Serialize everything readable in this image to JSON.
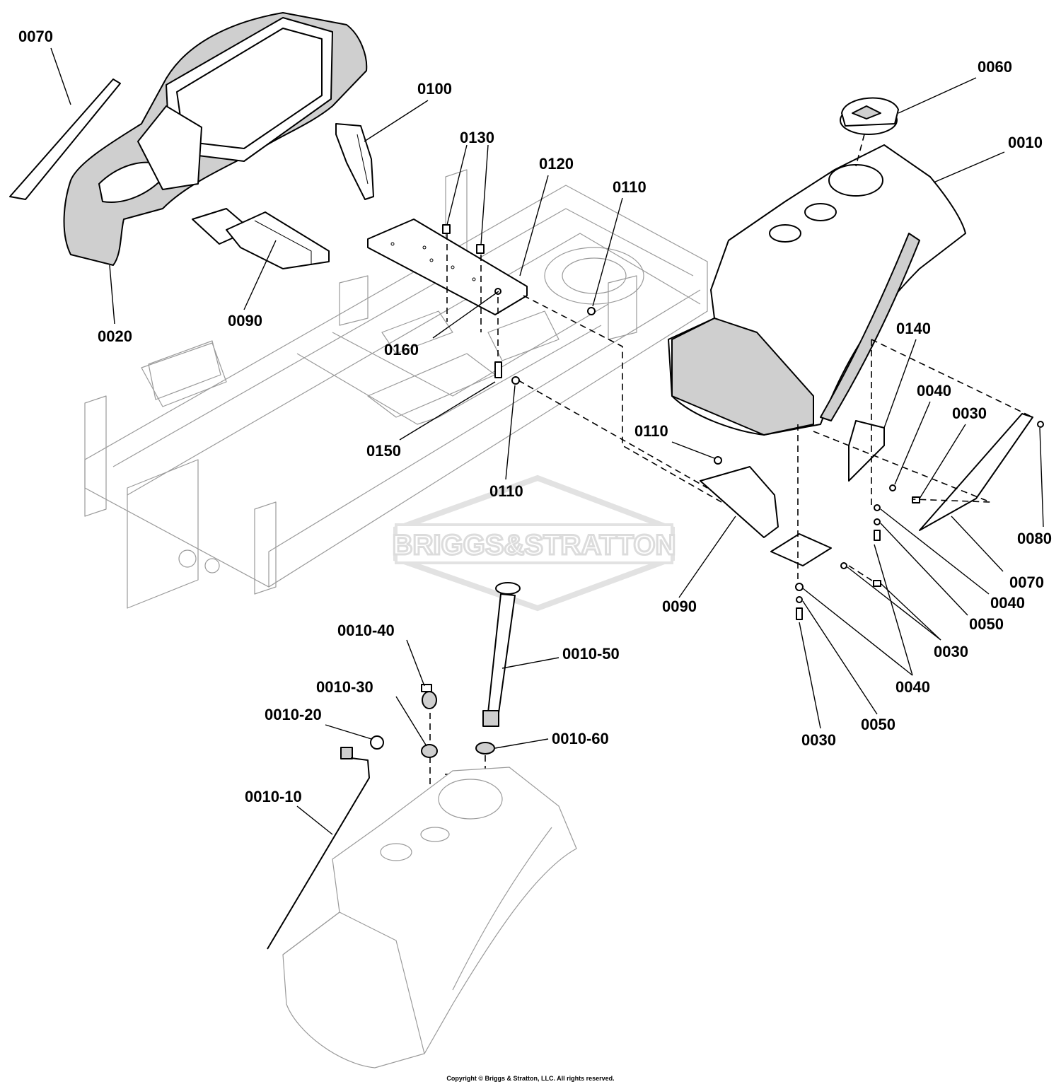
{
  "callouts": [
    {
      "id": "c-0070-a",
      "text": "0070"
    },
    {
      "id": "c-0020",
      "text": "0020"
    },
    {
      "id": "c-0090-a",
      "text": "0090"
    },
    {
      "id": "c-0100",
      "text": "0100"
    },
    {
      "id": "c-0130",
      "text": "0130"
    },
    {
      "id": "c-0120",
      "text": "0120"
    },
    {
      "id": "c-0110-a",
      "text": "0110"
    },
    {
      "id": "c-0160",
      "text": "0160"
    },
    {
      "id": "c-0150",
      "text": "0150"
    },
    {
      "id": "c-0110-b",
      "text": "0110"
    },
    {
      "id": "c-0060",
      "text": "0060"
    },
    {
      "id": "c-0010",
      "text": "0010"
    },
    {
      "id": "c-0140",
      "text": "0140"
    },
    {
      "id": "c-0040-a",
      "text": "0040"
    },
    {
      "id": "c-0030-a",
      "text": "0030"
    },
    {
      "id": "c-0110-c",
      "text": "0110"
    },
    {
      "id": "c-0080",
      "text": "0080"
    },
    {
      "id": "c-0070-b",
      "text": "0070"
    },
    {
      "id": "c-0040-b",
      "text": "0040"
    },
    {
      "id": "c-0050-a",
      "text": "0050"
    },
    {
      "id": "c-0090-b",
      "text": "0090"
    },
    {
      "id": "c-0030-b",
      "text": "0030"
    },
    {
      "id": "c-0040-c",
      "text": "0040"
    },
    {
      "id": "c-0050-b",
      "text": "0050"
    },
    {
      "id": "c-0030-c",
      "text": "0030"
    },
    {
      "id": "c-0010-40",
      "text": "0010-40"
    },
    {
      "id": "c-0010-50",
      "text": "0010-50"
    },
    {
      "id": "c-0010-30",
      "text": "0010-30"
    },
    {
      "id": "c-0010-20",
      "text": "0010-20"
    },
    {
      "id": "c-0010-60",
      "text": "0010-60"
    },
    {
      "id": "c-0010-10",
      "text": "0010-10"
    }
  ],
  "watermark": "BRIGGS&STRATTON",
  "copyright": "Copyright © Briggs & Stratton, LLC. All rights reserved."
}
